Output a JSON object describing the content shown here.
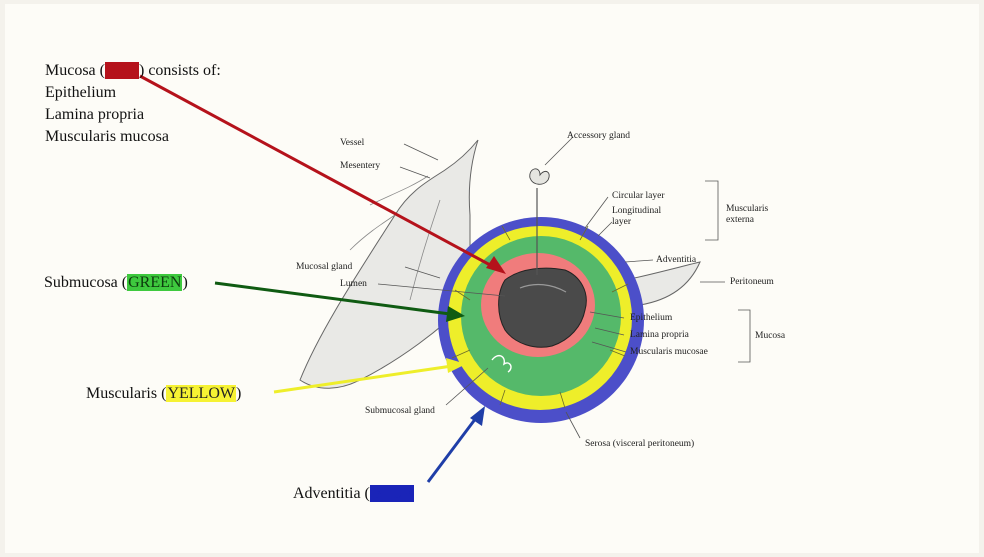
{
  "colors": {
    "mucosa": "#f07c7c",
    "mucosa_arrow": "#b5121b",
    "submucosa": "#55b96a",
    "submucosa_arrow": "#0f5b12",
    "muscularis": "#eeee2a",
    "adventitia": "#4c4fc9",
    "adventitia_arrow": "#1f3ea8",
    "background": "#fdfcf7"
  },
  "mucosa_label": {
    "prefix": "Mucosa (",
    "color_word": "RED",
    "suffix": ") consists of:",
    "items": [
      "Epithelium",
      "Lamina propria",
      "Muscularis mucosa"
    ]
  },
  "submucosa_label": {
    "prefix": "Submucosa (",
    "color_word": "GREEN",
    "suffix": ")"
  },
  "muscularis_label": {
    "prefix": "Muscularis (",
    "color_word": "YELLOW",
    "suffix": ")"
  },
  "adventitia_label": {
    "prefix": "Adventitia (",
    "color_word": "BLUE"
  },
  "anatomy_labels": {
    "vessel": "Vessel",
    "mesentery": "Mesentery",
    "accessory_gland": "Accessory gland",
    "circular_layer": "Circular layer",
    "longitudinal_layer": "Longitudinal",
    "longitudinal_layer_2": "layer",
    "muscularis_externa": "Muscularis",
    "muscularis_externa_2": "externa",
    "adventitia": "Adventitia",
    "peritoneum": "Peritoneum",
    "mucosal_gland": "Mucosal gland",
    "lumen": "Lumen",
    "epithelium": "Epithelium",
    "lamina_propria": "Lamina propria",
    "muscularis_mucosae": "Muscularis mucosae",
    "mucosa": "Mucosa",
    "submucosal_gland": "Submucosal gland",
    "serosa": "Serosa (visceral peritoneum)"
  }
}
